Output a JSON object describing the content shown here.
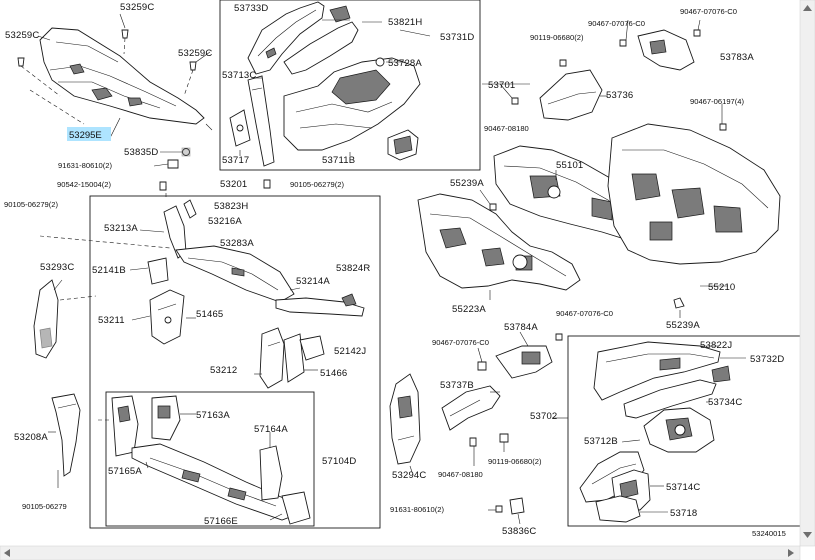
{
  "diagram_code": "53240015",
  "labels": {
    "p53259c_a": "53259C",
    "p53259c_b": "53259C",
    "p53259c_c": "53259C",
    "p53295e": "53295E",
    "p53835d": "53835D",
    "p91631": "91631-80610(2)",
    "p90542": "90542-15004(2)",
    "p90105_top": "90105-06279(2)",
    "p53201": "53201",
    "p90105_mid": "90105-06279(2)",
    "p53823h": "53823H",
    "p53213a": "53213A",
    "p53216a": "53216A",
    "p53283a": "53283A",
    "p53293c": "53293C",
    "p52141b": "52141B",
    "p53214a": "53214A",
    "p53824r": "53824R",
    "p53211": "53211",
    "p51465": "51465",
    "p52142j": "52142J",
    "p53212": "53212",
    "p51466": "51466",
    "p53208a": "53208A",
    "p57163a": "57163A",
    "p57164a": "57164A",
    "p57104d": "57104D",
    "p57165a": "57165A",
    "p57166e": "57166E",
    "p90105_bot": "90105-06279",
    "p53733d": "53733D",
    "p53821h": "53821H",
    "p53731d": "53731D",
    "p53713c": "53713C",
    "p53728a": "53728A",
    "p53717": "53717",
    "p53711b": "53711B",
    "p53701": "53701",
    "p90467_07076_top1": "90467-07076-C0",
    "p90467_07076_top2": "90467-07076-C0",
    "p90119_top": "90119-06680(2)",
    "p53783a": "53783A",
    "p53736": "53736",
    "p90467_06197": "90467-06197(4)",
    "p90467_08180_top": "90467-08180",
    "p55101": "55101",
    "p55239a_top": "55239A",
    "p55223a": "55223A",
    "p55210": "55210",
    "p55239a_bot": "55239A",
    "p90467_07076_mid": "90467-07076-C0",
    "p53784a": "53784A",
    "p90467_07076_mid2": "90467-07076-C0",
    "p53737b": "53737B",
    "p53702": "53702",
    "p53294c": "53294C",
    "p90119_bot": "90119-06680(2)",
    "p90467_08180_bot": "90467-08180",
    "p91631_bot": "91631-80610(2)",
    "p53836c": "53836C",
    "p53822j": "53822J",
    "p53732d": "53732D",
    "p53734c": "53734C",
    "p53712b": "53712B",
    "p53714c": "53714C",
    "p53718": "53718"
  },
  "highlight": {
    "part": "p53295e",
    "color": "#aee4ff"
  },
  "colors": {
    "line": "#1a1a1a",
    "shade": "#7b7b7b",
    "background": "#ffffff"
  }
}
